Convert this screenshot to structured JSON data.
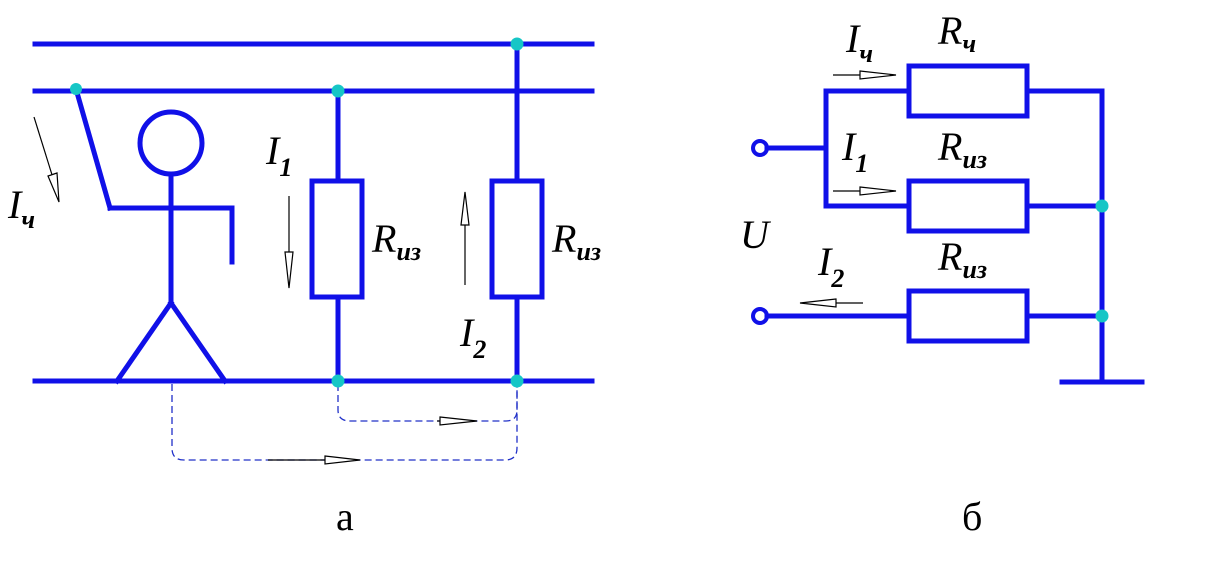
{
  "diagram_a": {
    "caption": "а",
    "label_ich": {
      "main": "I",
      "sub": "ч"
    },
    "label_i1": {
      "main": "I",
      "sub": "1"
    },
    "label_i2": {
      "main": "I",
      "sub": "2"
    },
    "label_riz_left": {
      "main": "R",
      "sub": "из"
    },
    "label_riz_right": {
      "main": "R",
      "sub": "из"
    }
  },
  "diagram_b": {
    "caption": "б",
    "label_ich": {
      "main": "I",
      "sub": "ч"
    },
    "label_rch": {
      "main": "R",
      "sub": "ч"
    },
    "label_i1": {
      "main": "I",
      "sub": "1"
    },
    "label_riz1": {
      "main": "R",
      "sub": "из"
    },
    "label_u": "U",
    "label_i2": {
      "main": "I",
      "sub": "2"
    },
    "label_riz2": {
      "main": "R",
      "sub": "из"
    }
  },
  "colors": {
    "wire": "#1010e8",
    "node": "#16c6c6",
    "dashed_path": "#2030c8"
  }
}
